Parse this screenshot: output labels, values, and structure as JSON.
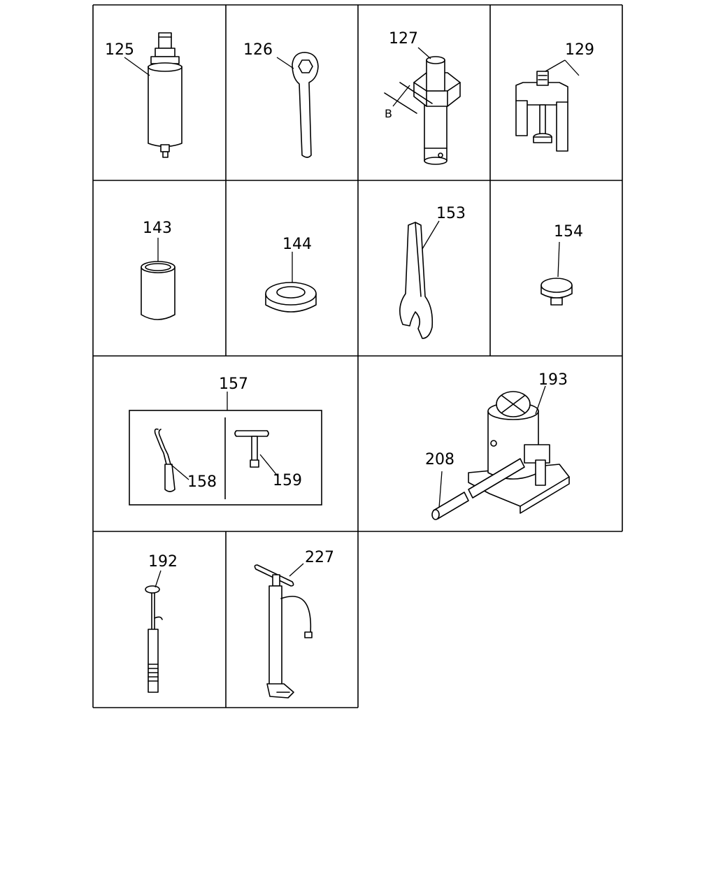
{
  "parts": {
    "p125": "125",
    "p126": "126",
    "p127": "127",
    "p127_dim": "B",
    "p129": "129",
    "p143": "143",
    "p144": "144",
    "p153": "153",
    "p154": "154",
    "p157": "157",
    "p158": "158",
    "p159": "159",
    "p193": "193",
    "p208": "208",
    "p192": "192",
    "p227": "227"
  }
}
